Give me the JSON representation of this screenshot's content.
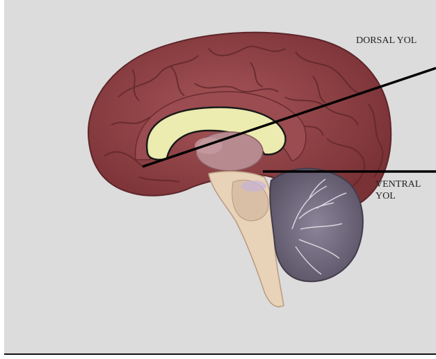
{
  "labels": {
    "dorsal": "DORSAL YOL",
    "ventral_line1": "VENTRAL",
    "ventral_line2": "YOL"
  },
  "colors": {
    "background": "#dcdcdc",
    "cortex": "#8a3d40",
    "cortex_dark": "#5e2529",
    "corpus_callosum": "#ecebb0",
    "thalamus": "#b78a90",
    "brainstem": "#e8d2b8",
    "cerebellum": "#6e6679",
    "pointer_line": "#000000"
  }
}
